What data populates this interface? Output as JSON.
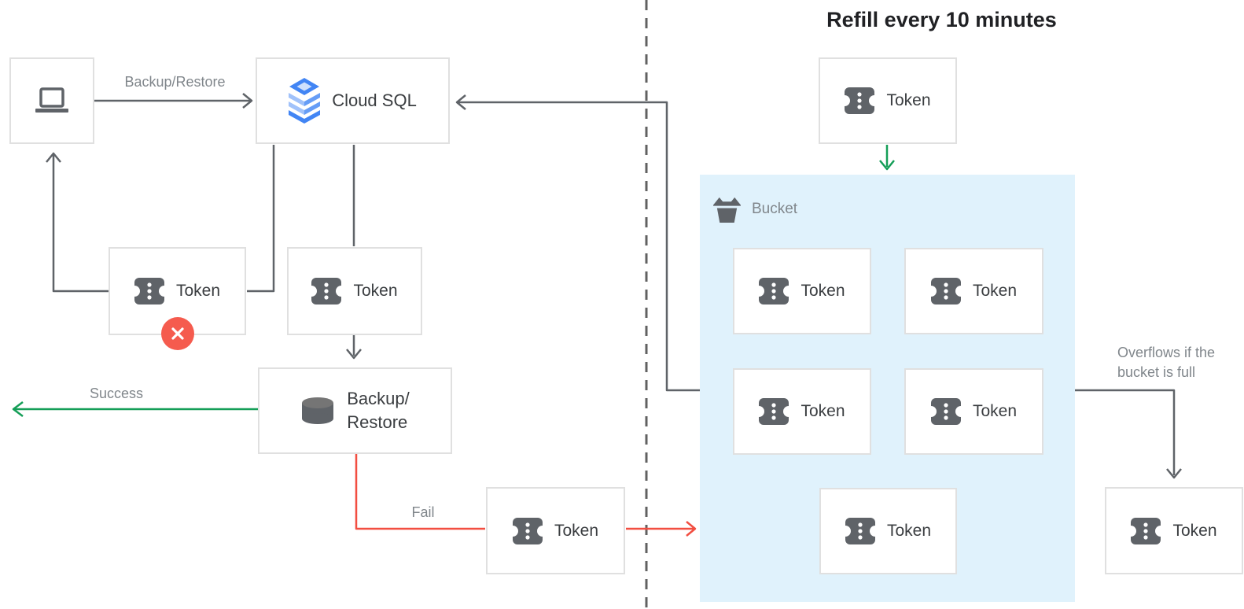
{
  "diagram": {
    "title": "Refill every 10 minutes",
    "edge_labels": {
      "backup_restore_request": "Backup/Restore",
      "success": "Success",
      "fail": "Fail",
      "overflow": "Overflows if the bucket is full"
    },
    "nodes": {
      "client": {
        "icon": "laptop-icon"
      },
      "cloud_sql": {
        "label": "Cloud SQL",
        "icon": "cloud-sql-icon"
      },
      "backup_restore": {
        "label_line1": "Backup/",
        "label_line2": "Restore",
        "icon": "database-icon"
      },
      "token_label": "Token",
      "rejected_token_badge": "error-x-badge"
    },
    "bucket": {
      "label": "Bucket",
      "icon": "bucket-icon",
      "tokens_inside": 5
    },
    "colors": {
      "line_gray": "#5f6368",
      "label_gray": "#80868b",
      "text_dark": "#3a3d40",
      "title_dark": "#202124",
      "border_gray": "#e0e0e0",
      "success_green": "#149e57",
      "fail_red": "#f24e41",
      "badge_red": "#f55b4e",
      "bucket_blue": "#e0f2fc",
      "cloud_sql_blue": "#4285f4"
    }
  }
}
